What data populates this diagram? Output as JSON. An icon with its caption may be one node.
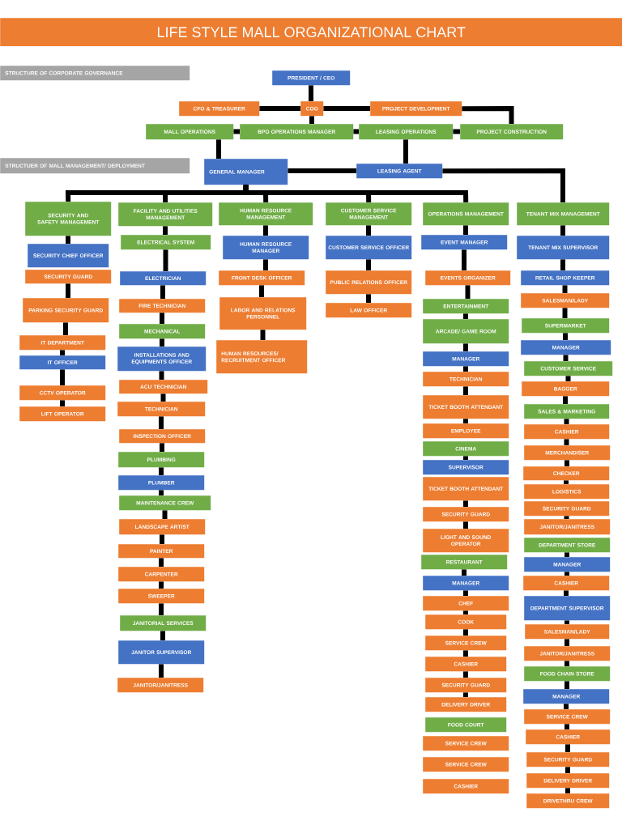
{
  "diagram": {
    "title": "LIFE STYLE MALL ORGANIZATIONAL CHART",
    "nodes": [
      {
        "text": [
          "STRUCTURE OF CORPORATE GOVERNANCE"
        ]
      },
      {
        "text": [
          "STRUCTUER OF MALL MANAGEMENT/ DEPLOYMENT"
        ]
      },
      {
        "text": [
          "PRESIDENT / CEO"
        ]
      },
      {
        "text": [
          "CFO & TREASURER"
        ]
      },
      {
        "text": [
          "COO"
        ]
      },
      {
        "text": [
          "PROJECT DEVELOPMENT"
        ]
      },
      {
        "text": [
          "MALL OPERATIONS"
        ]
      },
      {
        "text": [
          "BPO OPERATIONS MANAGER"
        ]
      },
      {
        "text": [
          "LEASING OPERATIONS"
        ]
      },
      {
        "text": [
          "PROJECT CONSTRUCTION"
        ]
      },
      {
        "text": [
          "GENERAL MANAGER"
        ]
      },
      {
        "text": [
          "LEASING AGENT"
        ]
      },
      {
        "text": [
          "SECURITY AND SAFETY MANAGEMENT"
        ]
      },
      {
        "text": [
          "SECURITY CHIEF OFFICER"
        ]
      },
      {
        "text": [
          "SECURITY GUARD"
        ]
      },
      {
        "text": [
          "PARKING SECURITY GUARD"
        ]
      },
      {
        "text": [
          "IT DEPARTMENT"
        ]
      },
      {
        "text": [
          "IT OFFICER"
        ]
      },
      {
        "text": [
          "CCTV OPERATOR"
        ]
      },
      {
        "text": [
          "LIFT OPERATOR"
        ]
      },
      {
        "text": [
          "FACILITY AND  UTILITIES MANAGEMENT"
        ]
      },
      {
        "text": [
          "ELECTRICAL SYSTEM"
        ]
      },
      {
        "text": [
          "ELECTRICIAN"
        ]
      },
      {
        "text": [
          "FIRE TECHNICIAN"
        ]
      },
      {
        "text": [
          "MECHANICAL"
        ]
      },
      {
        "text": [
          "INSTALLATIONS AND EQUIPMENTS OFFICER"
        ]
      },
      {
        "text": [
          "ACU TECHNICIAN"
        ]
      },
      {
        "text": [
          "TECHNICIAN"
        ]
      },
      {
        "text": [
          "INSPECTION OFFICER"
        ]
      },
      {
        "text": [
          "PLUMBING"
        ]
      },
      {
        "text": [
          "PLUMBER"
        ]
      },
      {
        "text": [
          "MAINTENANCE CREW"
        ]
      },
      {
        "text": [
          "LANDSCAPE ARTIST"
        ]
      },
      {
        "text": [
          "PAINTER"
        ]
      },
      {
        "text": [
          "CARPENTER"
        ]
      },
      {
        "text": [
          "SWEEPER"
        ]
      },
      {
        "text": [
          "JANITORIAL SERVICES"
        ]
      },
      {
        "text": [
          "JANITOR SUPERVISOR"
        ]
      },
      {
        "text": [
          "JANITOR/JANITRESS"
        ]
      },
      {
        "text": [
          "HUMAN RESOURCE MANAGEMENT"
        ]
      },
      {
        "text": [
          "HUMAN RESOURCE MANAGER"
        ]
      },
      {
        "text": [
          "FRONT DESK OFFICER"
        ]
      },
      {
        "text": [
          "LABOR AND RELATIONS PERSONNEL"
        ]
      },
      {
        "text": [
          "HUMAN RESOURCES/ RECRUITMENT OFFICER"
        ]
      },
      {
        "text": [
          "CUSTOMER SERVICE MANAGEMENT"
        ]
      },
      {
        "text": [
          "CUSTOMER SERVICE OFFICER"
        ]
      },
      {
        "text": [
          "PUBLIC RELATIONS OFFICER"
        ]
      },
      {
        "text": [
          "LAW OFFICER"
        ]
      },
      {
        "text": [
          "OPERATIONS MANAGEMENT"
        ]
      },
      {
        "text": [
          "EVENT MANAGER"
        ]
      },
      {
        "text": [
          "EVENTS ORGANIZER"
        ]
      },
      {
        "text": [
          "ENTERTAINMENT"
        ]
      },
      {
        "text": [
          "ARCADE/ GAME ROOM"
        ]
      },
      {
        "text": [
          "MANAGER"
        ]
      },
      {
        "text": [
          "TECHNICIAN"
        ]
      },
      {
        "text": [
          "TICKET BOOTH ATTENDANT"
        ]
      },
      {
        "text": [
          "EMPLOYEE"
        ]
      },
      {
        "text": [
          "CINEMA"
        ]
      },
      {
        "text": [
          "SUPERVISOR"
        ]
      },
      {
        "text": [
          "TICKET BOOTH ATTENDANT"
        ]
      },
      {
        "text": [
          "SECURITY GUARD"
        ]
      },
      {
        "text": [
          "LIGHT AND SOUND OPERATOR"
        ]
      },
      {
        "text": [
          "RESTAURANT"
        ]
      },
      {
        "text": [
          "MANAGER"
        ]
      },
      {
        "text": [
          "CHEF"
        ]
      },
      {
        "text": [
          "COOK"
        ]
      },
      {
        "text": [
          "SERVICE CREW"
        ]
      },
      {
        "text": [
          "CASHIER"
        ]
      },
      {
        "text": [
          "SECURITY GUARD"
        ]
      },
      {
        "text": [
          "DELIVERY DRIVER"
        ]
      },
      {
        "text": [
          "FOOD COURT"
        ]
      },
      {
        "text": [
          "SERVICE CREW"
        ]
      },
      {
        "text": [
          "SERVICE CREW"
        ]
      },
      {
        "text": [
          "CASHIER"
        ]
      },
      {
        "text": [
          "TENANT MIX MANAGEMENT"
        ]
      },
      {
        "text": [
          "TENANT MIX SUPERVISOR"
        ]
      },
      {
        "text": [
          "RETAIL SHOP KEEPER"
        ]
      },
      {
        "text": [
          "SALESMAN/LADY"
        ]
      },
      {
        "text": [
          "SUPERMARKET"
        ]
      },
      {
        "text": [
          "MANAGER"
        ]
      },
      {
        "text": [
          "CUSTOMER SERVICE"
        ]
      },
      {
        "text": [
          "BAGGER"
        ]
      },
      {
        "text": [
          "SALES & MARKETING"
        ]
      },
      {
        "text": [
          "CASHIER"
        ]
      },
      {
        "text": [
          "MERCHANDISER"
        ]
      },
      {
        "text": [
          "CHECKER"
        ]
      },
      {
        "text": [
          "LOGISTICS"
        ]
      },
      {
        "text": [
          "SECURITY GUARD"
        ]
      },
      {
        "text": [
          "JANITOR/JANITRESS"
        ]
      },
      {
        "text": [
          "DEPARTMENT STORE"
        ]
      },
      {
        "text": [
          "MANAGER"
        ]
      },
      {
        "text": [
          "CASHIER"
        ]
      },
      {
        "text": [
          "DEPARTMENT SUPERVISOR"
        ]
      },
      {
        "text": [
          "SALESMAN/LADY"
        ]
      },
      {
        "text": [
          "JANITOR/JANITRESS"
        ]
      },
      {
        "text": [
          "FOOD CHAIN STORE"
        ]
      },
      {
        "text": [
          "MANAGER"
        ]
      },
      {
        "text": [
          "SERVICE CREW"
        ]
      },
      {
        "text": [
          "CASHIER"
        ]
      },
      {
        "text": [
          "SECURITY GUARD"
        ]
      },
      {
        "text": [
          "DELIVERY DRIVER"
        ]
      },
      {
        "text": [
          "DRIVETHRU CREW"
        ]
      }
    ],
    "edges": [
      {
        "from": 2,
        "to": 4,
        "arrow": "none"
      },
      {
        "from": 3,
        "to": 4,
        "arrow": "none"
      },
      {
        "from": 4,
        "to": 5,
        "arrow": "none"
      },
      {
        "from": 5,
        "to": 9,
        "arrow": "none"
      },
      {
        "from": 4,
        "to": 7,
        "arrow": "none"
      },
      {
        "from": 6,
        "to": 7,
        "arrow": "none"
      },
      {
        "from": 7,
        "to": 8,
        "arrow": "none"
      },
      {
        "from": 8,
        "to": 9,
        "arrow": "none"
      },
      {
        "from": 6,
        "to": 10,
        "arrow": "none"
      },
      {
        "from": 8,
        "to": 11,
        "arrow": "none"
      },
      {
        "from": 10,
        "to": 11,
        "arrow": "none"
      },
      {
        "from": 11,
        "to": 74,
        "arrow": "none"
      },
      {
        "from": 10,
        "to": 12,
        "arrow": "none"
      },
      {
        "from": 10,
        "to": 20,
        "arrow": "none"
      },
      {
        "from": 10,
        "to": 39,
        "arrow": "none"
      },
      {
        "from": 10,
        "to": 44,
        "arrow": "none"
      },
      {
        "from": 10,
        "to": 48,
        "arrow": "none"
      },
      {
        "from": 12,
        "to": 13,
        "arrow": "none"
      },
      {
        "from": 14,
        "to": 15,
        "arrow": "none"
      },
      {
        "from": 15,
        "to": 16,
        "arrow": "none"
      },
      {
        "from": 16,
        "to": 17,
        "arrow": "none"
      },
      {
        "from": 17,
        "to": 18,
        "arrow": "none"
      },
      {
        "from": 18,
        "to": 19,
        "arrow": "none"
      },
      {
        "from": 20,
        "to": 21,
        "arrow": "none"
      },
      {
        "from": 21,
        "to": 22,
        "arrow": "none"
      },
      {
        "from": 22,
        "to": 23,
        "arrow": "none"
      },
      {
        "from": 23,
        "to": 24,
        "arrow": "none"
      },
      {
        "from": 24,
        "to": 25,
        "arrow": "none"
      },
      {
        "from": 25,
        "to": 26,
        "arrow": "none"
      },
      {
        "from": 26,
        "to": 27,
        "arrow": "none"
      },
      {
        "from": 27,
        "to": 28,
        "arrow": "none"
      },
      {
        "from": 28,
        "to": 29,
        "arrow": "none"
      },
      {
        "from": 29,
        "to": 30,
        "arrow": "none"
      },
      {
        "from": 30,
        "to": 31,
        "arrow": "none"
      },
      {
        "from": 31,
        "to": 32,
        "arrow": "none"
      },
      {
        "from": 32,
        "to": 33,
        "arrow": "none"
      },
      {
        "from": 33,
        "to": 34,
        "arrow": "none"
      },
      {
        "from": 34,
        "to": 35,
        "arrow": "none"
      },
      {
        "from": 35,
        "to": 36,
        "arrow": "none"
      },
      {
        "from": 36,
        "to": 37,
        "arrow": "none"
      },
      {
        "from": 37,
        "to": 38,
        "arrow": "none"
      },
      {
        "from": 39,
        "to": 40,
        "arrow": "none"
      },
      {
        "from": 40,
        "to": 41,
        "arrow": "none"
      },
      {
        "from": 41,
        "to": 42,
        "arrow": "none"
      },
      {
        "from": 42,
        "to": 43,
        "arrow": "none"
      },
      {
        "from": 44,
        "to": 45,
        "arrow": "none"
      },
      {
        "from": 45,
        "to": 46,
        "arrow": "none"
      },
      {
        "from": 46,
        "to": 47,
        "arrow": "none"
      },
      {
        "from": 48,
        "to": 49,
        "arrow": "none"
      },
      {
        "from": 49,
        "to": 50,
        "arrow": "none"
      },
      {
        "from": 50,
        "to": 51,
        "arrow": "none"
      },
      {
        "from": 51,
        "to": 52,
        "arrow": "none"
      },
      {
        "from": 52,
        "to": 53,
        "arrow": "none"
      },
      {
        "from": 53,
        "to": 54,
        "arrow": "none"
      },
      {
        "from": 54,
        "to": 55,
        "arrow": "none"
      },
      {
        "from": 55,
        "to": 56,
        "arrow": "none"
      },
      {
        "from": 57,
        "to": 58,
        "arrow": "none"
      },
      {
        "from": 59,
        "to": 60,
        "arrow": "none"
      },
      {
        "from": 60,
        "to": 61,
        "arrow": "none"
      },
      {
        "from": 62,
        "to": 63,
        "arrow": "none"
      },
      {
        "from": 63,
        "to": 64,
        "arrow": "none"
      },
      {
        "from": 64,
        "to": 65,
        "arrow": "none"
      },
      {
        "from": 65,
        "to": 66,
        "arrow": "none"
      },
      {
        "from": 66,
        "to": 67,
        "arrow": "none"
      },
      {
        "from": 67,
        "to": 68,
        "arrow": "none"
      },
      {
        "from": 68,
        "to": 69,
        "arrow": "none"
      },
      {
        "from": 74,
        "to": 75,
        "arrow": "none"
      },
      {
        "from": 75,
        "to": 76,
        "arrow": "none"
      },
      {
        "from": 76,
        "to": 77,
        "arrow": "none"
      },
      {
        "from": 77,
        "to": 78,
        "arrow": "none"
      },
      {
        "from": 78,
        "to": 79,
        "arrow": "none"
      },
      {
        "from": 79,
        "to": 80,
        "arrow": "none"
      },
      {
        "from": 80,
        "to": 81,
        "arrow": "none"
      },
      {
        "from": 81,
        "to": 82,
        "arrow": "none"
      },
      {
        "from": 82,
        "to": 83,
        "arrow": "none"
      },
      {
        "from": 83,
        "to": 84,
        "arrow": "none"
      },
      {
        "from": 84,
        "to": 85,
        "arrow": "none"
      },
      {
        "from": 85,
        "to": 86,
        "arrow": "none"
      },
      {
        "from": 87,
        "to": 88,
        "arrow": "none"
      },
      {
        "from": 89,
        "to": 90,
        "arrow": "none"
      },
      {
        "from": 90,
        "to": 91,
        "arrow": "none"
      },
      {
        "from": 91,
        "to": 92,
        "arrow": "none"
      },
      {
        "from": 92,
        "to": 93,
        "arrow": "none"
      },
      {
        "from": 93,
        "to": 94,
        "arrow": "none"
      },
      {
        "from": 94,
        "to": 95,
        "arrow": "none"
      },
      {
        "from": 95,
        "to": 96,
        "arrow": "none"
      },
      {
        "from": 96,
        "to": 97,
        "arrow": "none"
      },
      {
        "from": 97,
        "to": 98,
        "arrow": "none"
      },
      {
        "from": 98,
        "to": 99,
        "arrow": "none"
      },
      {
        "from": 99,
        "to": 100,
        "arrow": "none"
      },
      {
        "from": 100,
        "to": 101,
        "arrow": "none"
      }
    ]
  }
}
